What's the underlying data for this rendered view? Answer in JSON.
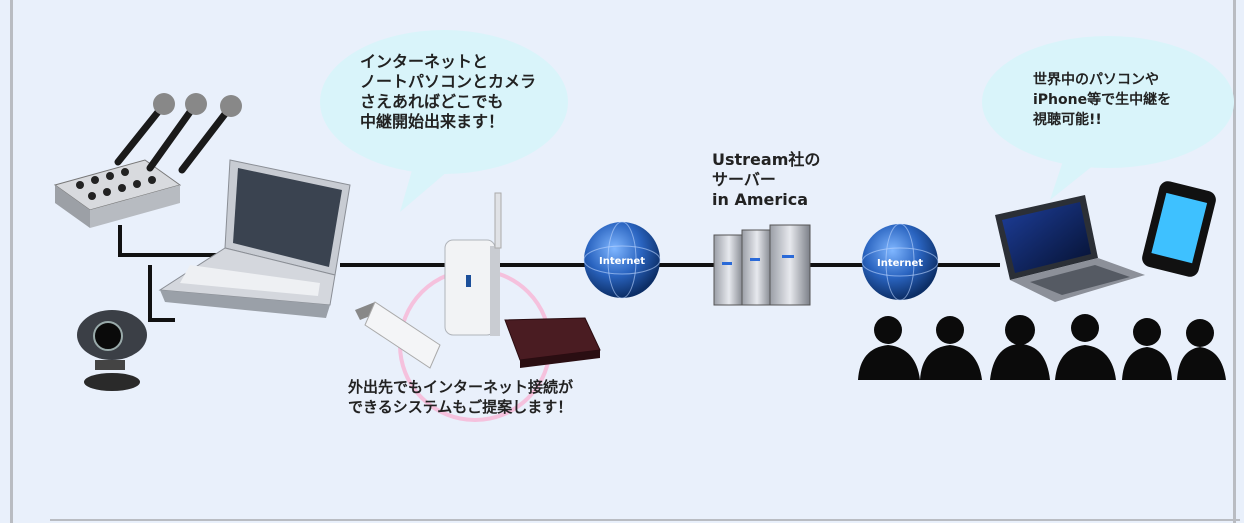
{
  "bubble_left": {
    "lines": [
      "インターネットと",
      "ノートパソコンとカメラ",
      "さえあればどこでも",
      "中継開始出来ます！"
    ]
  },
  "bubble_right": {
    "lines": [
      "世界中のパソコンや",
      "iPhone等で生中継を",
      "視聴可能!!"
    ]
  },
  "server_label": {
    "lines": [
      "Ustream社の",
      "サーバー",
      "in America"
    ]
  },
  "mobile_caption": {
    "lines": [
      "外出先でもインターネット接続が",
      "できるシステムもご提案します！"
    ]
  },
  "globe_label": "Internet",
  "colors": {
    "background": "#e9f0fb",
    "bubble": "#d9f4fa",
    "line": "#111111",
    "globe": "#1c4f9a",
    "highlight_ring": "#f7b5d6"
  }
}
